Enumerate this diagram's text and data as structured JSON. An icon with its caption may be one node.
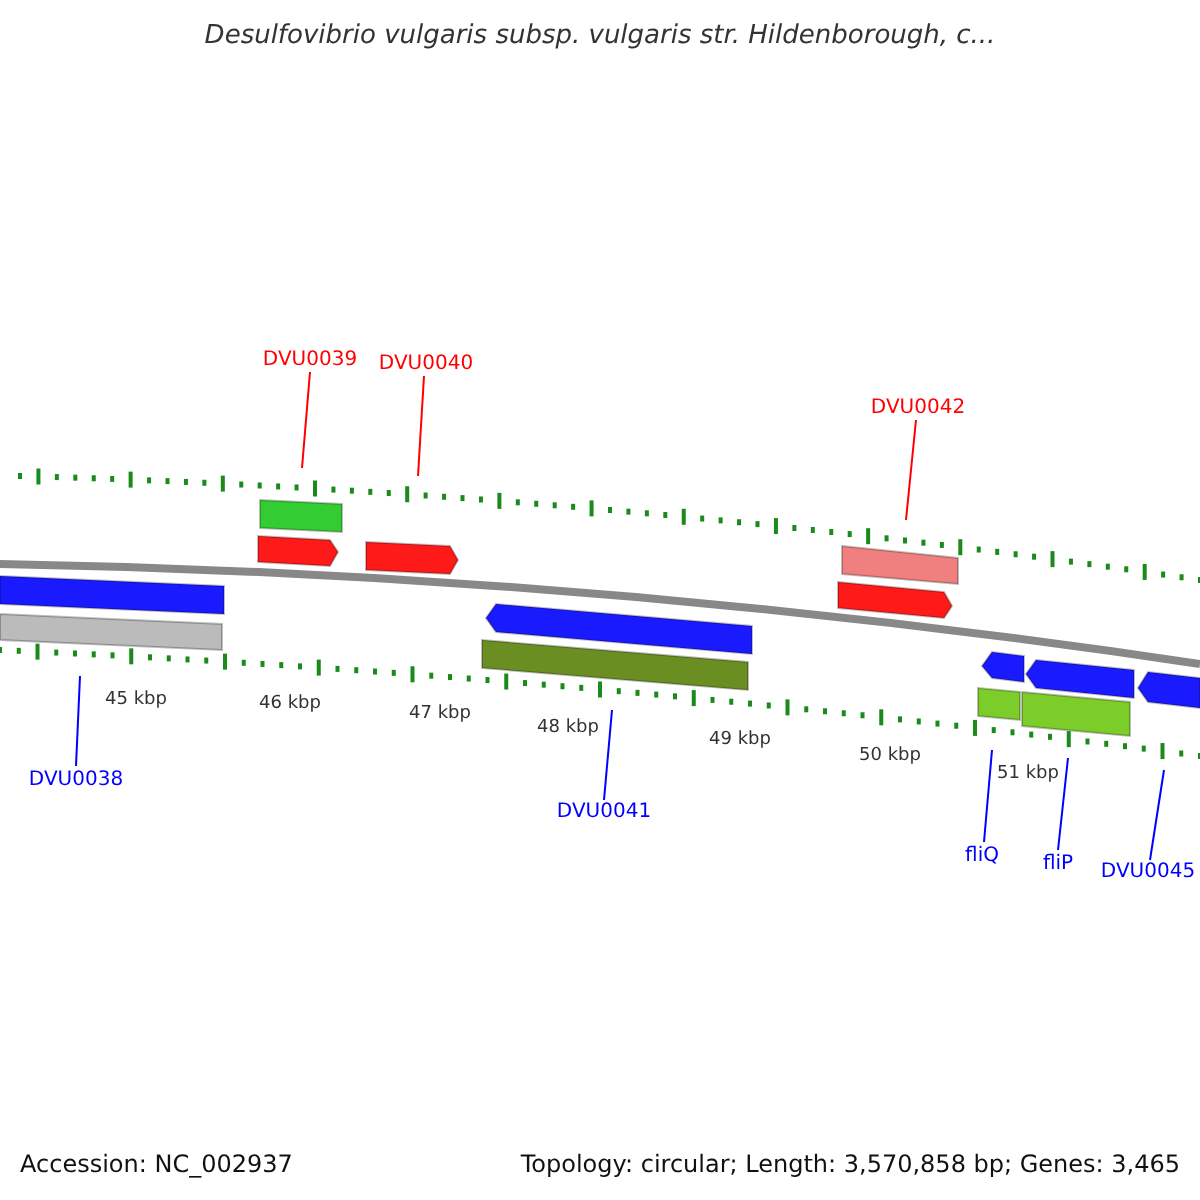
{
  "diagram": {
    "title": "Desulfovibrio vulgaris subsp. vulgaris str. Hildenborough, c...",
    "nodes": [
      {
        "text": [
          "DVU0039"
        ]
      },
      {
        "text": [
          "DVU0040"
        ]
      },
      {
        "text": [
          "DVU0042"
        ]
      },
      {
        "text": [
          "DVU0038"
        ]
      },
      {
        "text": [
          "DVU0041"
        ]
      },
      {
        "text": [
          "fliQ"
        ]
      },
      {
        "text": [
          "fliP"
        ]
      },
      {
        "text": [
          "DVU0045"
        ]
      },
      {
        "text": [],
        "shape": "picture"
      }
    ],
    "edges": [
      {
        "from": 0,
        "to": 8,
        "arrow": "none",
        "color": "#ff0000"
      },
      {
        "from": 1,
        "to": 8,
        "arrow": "none",
        "color": "#ff0000"
      },
      {
        "from": 2,
        "to": 8,
        "arrow": "none",
        "color": "#ff0000"
      },
      {
        "from": 3,
        "to": 8,
        "arrow": "none"
      },
      {
        "from": 4,
        "to": 8,
        "arrow": "none"
      },
      {
        "from": 5,
        "to": 8,
        "arrow": "none"
      },
      {
        "from": 6,
        "to": 8,
        "arrow": "none"
      },
      {
        "from": 7,
        "to": 8,
        "arrow": "none"
      }
    ],
    "labels": [
      "45 kbp",
      "46 kbp",
      "47 kbp",
      "48 kbp",
      "49 kbp",
      "50 kbp",
      "51 kbp",
      "Accession: NC_002937",
      "Topology: circular; Length: 3,570,858 bp; Genes: 3,465"
    ]
  }
}
